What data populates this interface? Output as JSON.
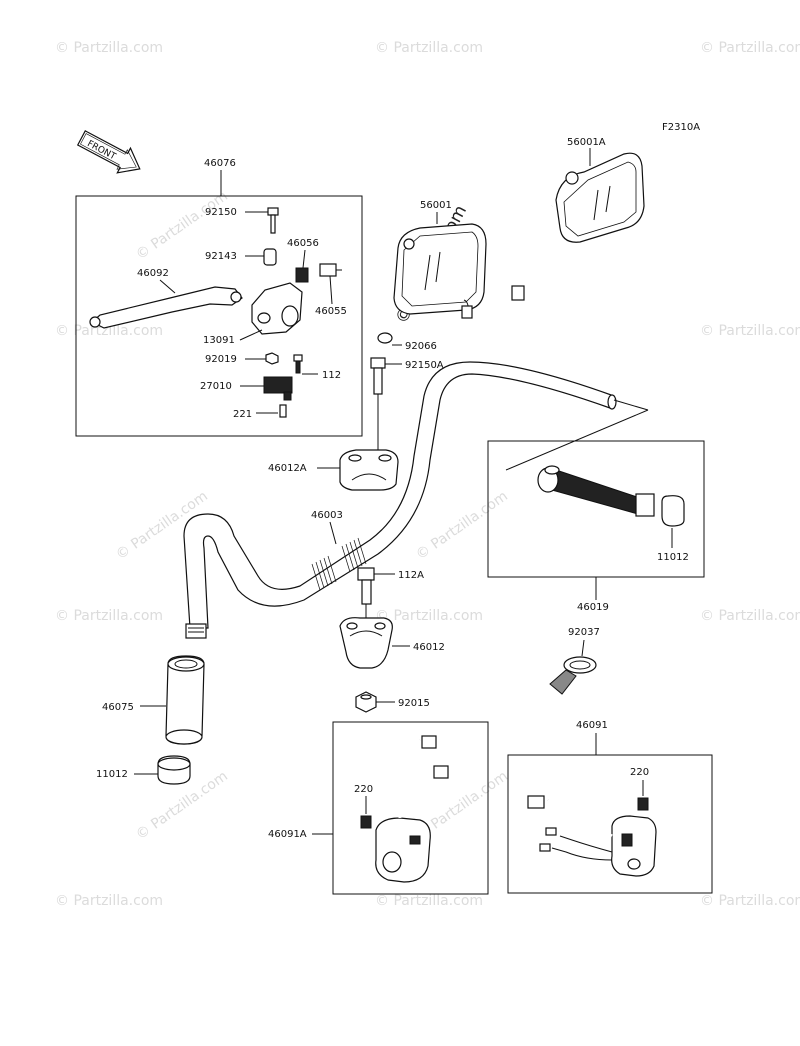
{
  "figure_code": "F2310A",
  "front_arrow": "FRONT",
  "watermark": "© Partzilla.com",
  "parts": {
    "p46076": "46076",
    "p92150": "92150",
    "p92143": "92143",
    "p46056": "46056",
    "p46092": "46092",
    "p46055": "46055",
    "p13091": "13091",
    "p92019": "92019",
    "p112": "112",
    "p27010": "27010",
    "p221": "221",
    "p56001": "56001",
    "p56001A": "56001A",
    "p92066": "92066",
    "p92150A": "92150A",
    "p46012A": "46012A",
    "p46003": "46003",
    "p112A": "112A",
    "p46012": "46012",
    "p92015": "92015",
    "p46075": "46075",
    "p11012_left": "11012",
    "p11012_right": "11012",
    "p46019": "46019",
    "p92037": "92037",
    "p46091": "46091",
    "p220_right": "220",
    "p46091A": "46091A",
    "p220_left": "220"
  }
}
